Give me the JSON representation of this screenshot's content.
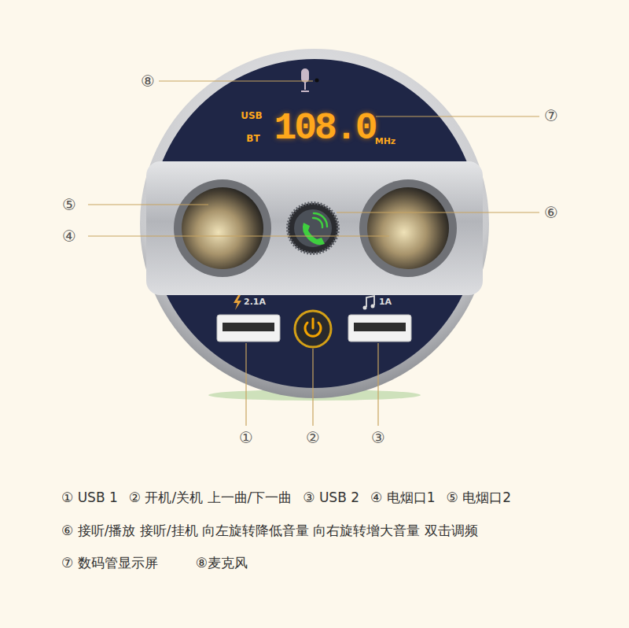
{
  "diagram": {
    "labels": [
      "⑧",
      "⑦",
      "⑤",
      "⑥",
      "④",
      "①",
      "②",
      "③",
      "USB",
      "BT",
      "108.0",
      "MHz",
      "2.1A",
      "1A",
      "① USB 1",
      "② 开机/关机 上一曲/下一曲",
      "③ USB 2",
      "④ 电烟口1",
      "⑤ 电烟口2",
      "⑥ 接听/播放 接听/挂机 向左旋转降低音量 向右旋转增大音量 双击调频",
      "⑦ 数码管显示屏",
      "⑧麦克风"
    ]
  }
}
